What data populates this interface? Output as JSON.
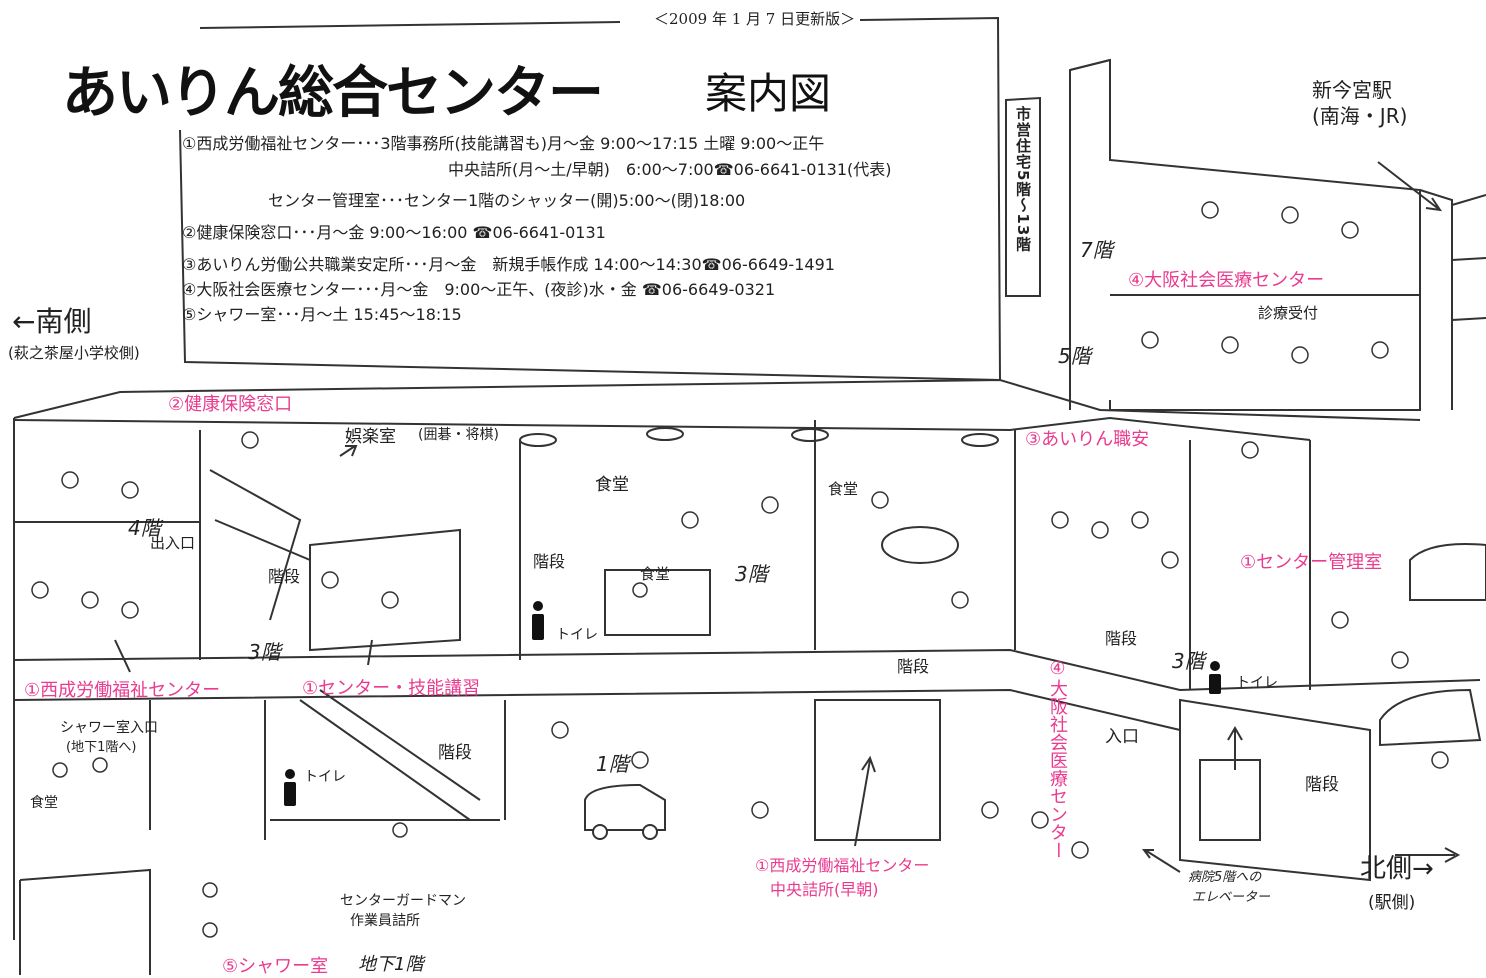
{
  "header": {
    "date": "＜2009 年 1 月 7 日更新版＞",
    "title": "あいりん総合センター",
    "subtitle": "案内図"
  },
  "info": {
    "line1": "①西成労働福祉センター･･･3階事務所(技能講習も)月～金 9:00～17:15 土曜 9:00～正午",
    "line2": "中央詰所(月～土/早朝)　6:00～7:00☎06-6641-0131(代表)",
    "line3": "センター管理室･･･センター1階のシャッター(開)5:00～(閉)18:00",
    "line4": "②健康保険窓口･･･月～金 9:00～16:00 ☎06-6641-0131",
    "line5": "③あいりん労働公共職業安定所･･･月～金　新規手帳作成 14:00～14:30☎06-6649-1491",
    "line6": "④大阪社会医療センター･･･月～金　9:00～正午、(夜診)水・金 ☎06-6649-0321",
    "line7": "⑤シャワー室･･･月～土 15:45～18:15"
  },
  "housing": "市営住宅5階～13階",
  "directions": {
    "south": "←南側",
    "south_sub": "(萩之茶屋小学校側)",
    "north": "北側→",
    "north_sub": "(駅側)",
    "station": "新今宮駅",
    "station_sub": "(南海・JR)"
  },
  "floors": {
    "f7": "7階",
    "f5": "5階",
    "f4": "4階",
    "f3a": "3階",
    "f3b": "3階",
    "f3c": "3階",
    "f1": "1階",
    "b1": "地下1階"
  },
  "pink_labels": {
    "kenko": "②健康保険窓口",
    "iryo_top": "④大阪社会医療センター",
    "shokuan": "③あいりん職安",
    "kanri": "①センター管理室",
    "nishinari": "①西成労働福祉センター",
    "ginou": "①センター・技能講習",
    "iryo_side": "④大阪社会医療センター",
    "tsumesho1": "①西成労働福祉センター",
    "tsumesho2": "中央詰所(早朝)",
    "shower": "⑤シャワー室"
  },
  "labels": {
    "goraku": "娯楽室",
    "goraku_sub": "(囲碁・将棋)",
    "shokudo1": "食堂",
    "shokudo2": "食堂",
    "shokudo3": "食堂",
    "shokudo4": "食堂",
    "kaidan1": "階段",
    "kaidan2": "階段",
    "kaidan3": "階段",
    "kaidan4": "階段",
    "kaidan5": "階段",
    "kaidan6": "階段",
    "deiriguchi": "出入口",
    "toire1": "トイレ",
    "toire2": "トイレ",
    "toire3": "トイレ",
    "shower_entry": "シャワー室入口",
    "shower_entry_sub": "(地下1階へ)",
    "guard1": "センターガードマン",
    "guard2": "作業員詰所",
    "iriguchi": "入口",
    "elevator1": "病院5階への",
    "elevator2": "エレベーター",
    "shinryo": "診療受付"
  }
}
